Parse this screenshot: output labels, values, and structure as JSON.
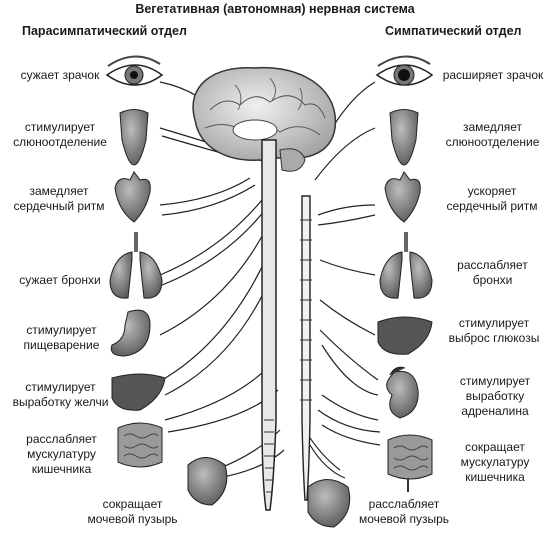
{
  "title": "Вегетативная (автономная) нервная система",
  "parasympathetic": {
    "heading": "Парасимпатический отдел",
    "items": [
      {
        "organ": "eye-icon",
        "l1": "сужает зрачок",
        "l2": ""
      },
      {
        "organ": "tongue-icon",
        "l1": "стимулирует",
        "l2": "слюноотделение"
      },
      {
        "organ": "heart-icon",
        "l1": "замедляет",
        "l2": "сердечный ритм"
      },
      {
        "organ": "lungs-icon",
        "l1": "сужает бронхи",
        "l2": ""
      },
      {
        "organ": "stomach-icon",
        "l1": "стимулирует",
        "l2": "пищеварение"
      },
      {
        "organ": "liver-icon",
        "l1": "стимулирует",
        "l2": "выработку желчи"
      },
      {
        "organ": "intestine-icon",
        "l1": "расслабляет",
        "l2": "мускулатуру",
        "l3": "кишечника"
      },
      {
        "organ": "bladder-icon",
        "l1": "сокращает",
        "l2": "мочевой пузырь"
      }
    ]
  },
  "sympathetic": {
    "heading": "Симпатический отдел",
    "items": [
      {
        "organ": "eye-icon",
        "l1": "расширяет зрачок",
        "l2": ""
      },
      {
        "organ": "tongue-icon",
        "l1": "замедляет",
        "l2": "слюноотделение"
      },
      {
        "organ": "heart-icon",
        "l1": "ускоряет",
        "l2": "сердечный ритм"
      },
      {
        "organ": "lungs-icon",
        "l1": "расслабляет",
        "l2": "бронхи"
      },
      {
        "organ": "liver-icon",
        "l1": "стимулирует",
        "l2": "выброс глюкозы"
      },
      {
        "organ": "kidney-icon",
        "l1": "стимулирует",
        "l2": "выработку",
        "l3": "адреналина"
      },
      {
        "organ": "intestine-icon",
        "l1": "сокращает",
        "l2": "мускулатуру",
        "l3": "кишечника"
      },
      {
        "organ": "bladder-icon",
        "l1": "расслабляет",
        "l2": "мочевой пузырь"
      }
    ]
  },
  "colors": {
    "organ_fill": "#8a8a8a",
    "organ_dark": "#4a4a4a",
    "brain": "#d8d8d8",
    "line": "#222222"
  }
}
